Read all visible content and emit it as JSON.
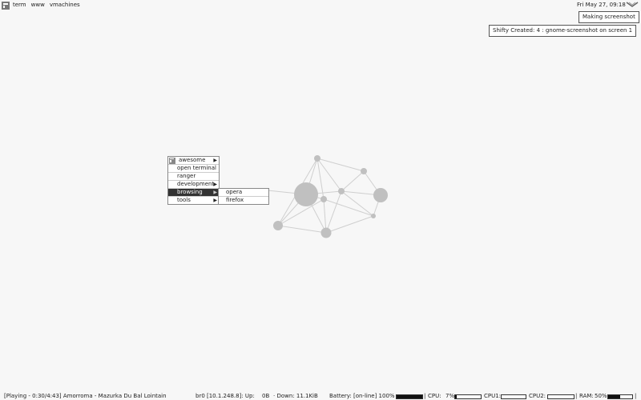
{
  "topbar": {
    "tags": [
      "term",
      "www",
      "vmachines"
    ],
    "clock": "Fri May 27, 09:18",
    "layout_icon": "tile-layout-icon",
    "corner_icon": "chevron-down-icon"
  },
  "notifications": [
    "Making screenshot",
    "Shifty Created: 4 : gnome-screenshot on screen 1"
  ],
  "menu": {
    "items": [
      {
        "label": "awesome",
        "submenu": true
      },
      {
        "label": "open terminal",
        "submenu": false
      },
      {
        "label": "ranger",
        "submenu": false
      },
      {
        "label": "development",
        "submenu": true
      },
      {
        "label": "browsing",
        "submenu": true
      },
      {
        "label": "tools",
        "submenu": true
      }
    ],
    "submenu_items": [
      "opera",
      "firefox"
    ],
    "arrow_glyph": "▶"
  },
  "statusbar": {
    "music": "[Playing - 0:30/4:43] Amorroma - Mazurka Du Bal Lointain",
    "net": "br0 [10.1.248.8]: Up:",
    "up_value": "0B",
    "down": "· Down: 11.1KiB",
    "battery_label": "Battery: [on-line] 100%",
    "battery_value": 100,
    "cpu_label": "CPU:",
    "cpu_value_text": "7%",
    "cpu_value": 7,
    "cpu1_label": "CPU1:",
    "cpu1_value": 0,
    "cpu2_label": "CPU2:",
    "cpu2_value": 0,
    "ram_label": "RAM:",
    "ram_value_text": "50%",
    "ram_value": 50
  },
  "colors": {
    "background": "#f7f7f7",
    "graph": "#c0c0c0",
    "menu_active": "#333333"
  }
}
